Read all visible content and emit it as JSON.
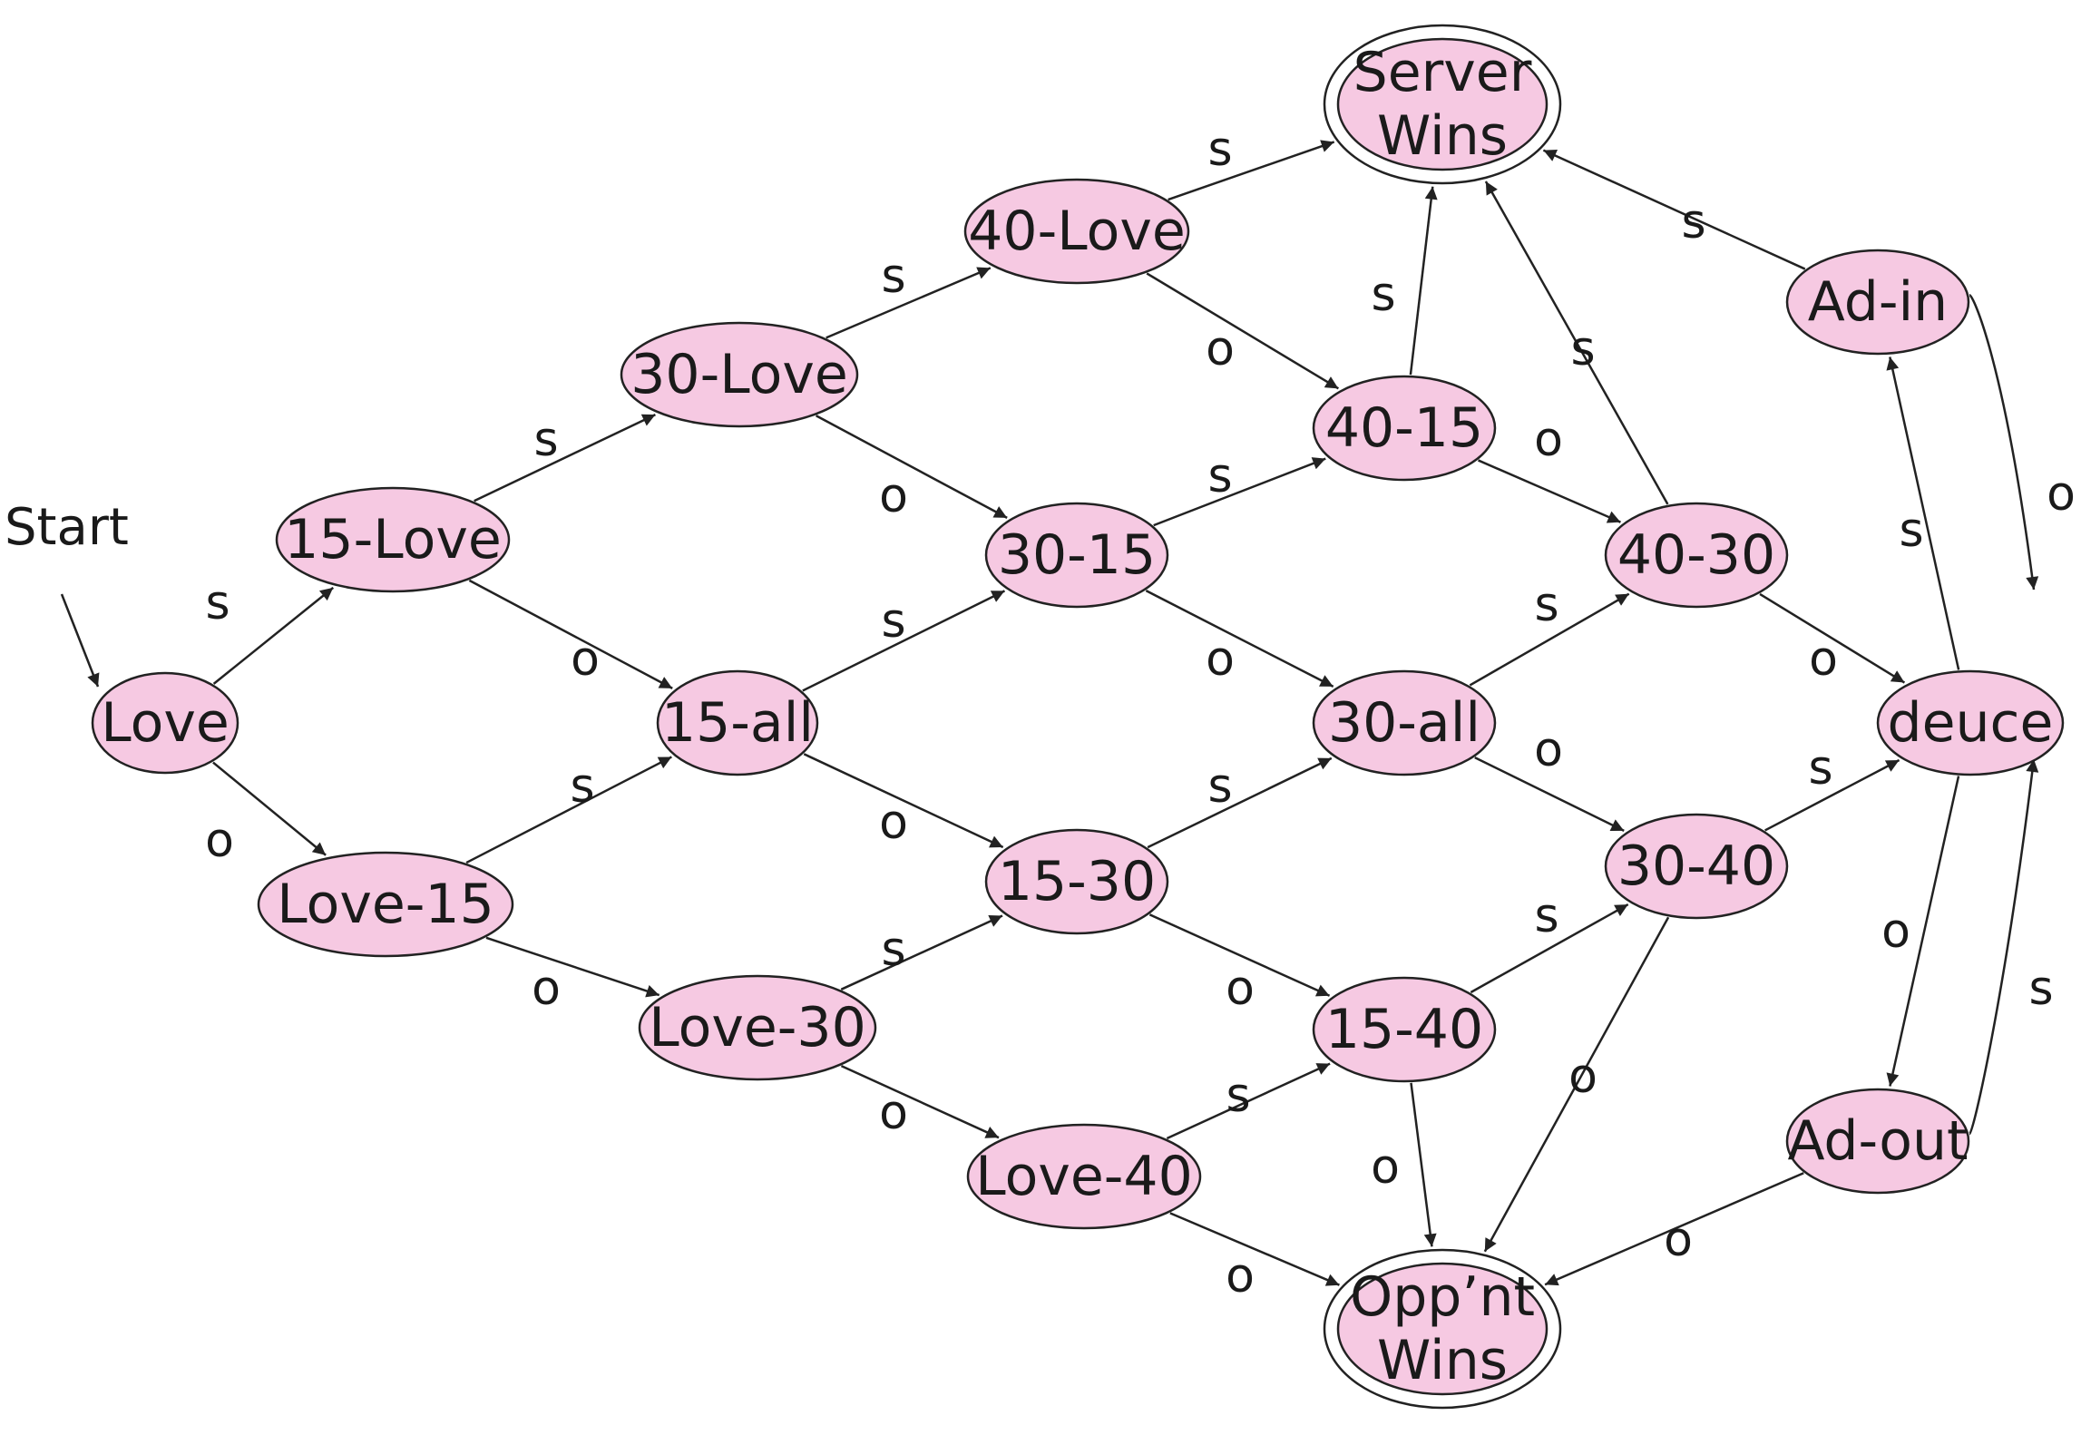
{
  "diagram": {
    "start_label": "Start",
    "colors": {
      "node_fill": "#f6c9e2",
      "stroke": "#222222",
      "background": "#ffffff"
    },
    "nodes": [
      {
        "id": "love",
        "lines": [
          "Love"
        ]
      },
      {
        "id": "15-love",
        "lines": [
          "15-Love"
        ]
      },
      {
        "id": "love-15",
        "lines": [
          "Love-15"
        ]
      },
      {
        "id": "30-love",
        "lines": [
          "30-Love"
        ]
      },
      {
        "id": "15-all",
        "lines": [
          "15-all"
        ]
      },
      {
        "id": "love-30",
        "lines": [
          "Love-30"
        ]
      },
      {
        "id": "40-love",
        "lines": [
          "40-Love"
        ]
      },
      {
        "id": "30-15",
        "lines": [
          "30-15"
        ]
      },
      {
        "id": "15-30",
        "lines": [
          "15-30"
        ]
      },
      {
        "id": "love-40",
        "lines": [
          "Love-40"
        ]
      },
      {
        "id": "40-15",
        "lines": [
          "40-15"
        ]
      },
      {
        "id": "30-all",
        "lines": [
          "30-all"
        ]
      },
      {
        "id": "15-40",
        "lines": [
          "15-40"
        ]
      },
      {
        "id": "40-30",
        "lines": [
          "40-30"
        ]
      },
      {
        "id": "30-40",
        "lines": [
          "30-40"
        ]
      },
      {
        "id": "deuce",
        "lines": [
          "deuce"
        ]
      },
      {
        "id": "ad-in",
        "lines": [
          "Ad-in"
        ]
      },
      {
        "id": "ad-out",
        "lines": [
          "Ad-out"
        ]
      },
      {
        "id": "server-wins",
        "lines": [
          "Server",
          "Wins"
        ],
        "accepting": true
      },
      {
        "id": "oppnt-wins",
        "lines": [
          "Opp’nt",
          "Wins"
        ],
        "accepting": true
      }
    ],
    "edges": [
      {
        "from": "love",
        "to": "15-love",
        "label": "s"
      },
      {
        "from": "love",
        "to": "love-15",
        "label": "o"
      },
      {
        "from": "15-love",
        "to": "30-love",
        "label": "s"
      },
      {
        "from": "15-love",
        "to": "15-all",
        "label": "o"
      },
      {
        "from": "love-15",
        "to": "15-all",
        "label": "s"
      },
      {
        "from": "love-15",
        "to": "love-30",
        "label": "o"
      },
      {
        "from": "30-love",
        "to": "40-love",
        "label": "s"
      },
      {
        "from": "30-love",
        "to": "30-15",
        "label": "o"
      },
      {
        "from": "15-all",
        "to": "30-15",
        "label": "s"
      },
      {
        "from": "15-all",
        "to": "15-30",
        "label": "o"
      },
      {
        "from": "love-30",
        "to": "15-30",
        "label": "s"
      },
      {
        "from": "love-30",
        "to": "love-40",
        "label": "o"
      },
      {
        "from": "40-love",
        "to": "server-wins",
        "label": "s"
      },
      {
        "from": "40-love",
        "to": "40-15",
        "label": "o"
      },
      {
        "from": "30-15",
        "to": "40-15",
        "label": "s"
      },
      {
        "from": "30-15",
        "to": "30-all",
        "label": "o"
      },
      {
        "from": "15-30",
        "to": "30-all",
        "label": "s"
      },
      {
        "from": "15-30",
        "to": "15-40",
        "label": "o"
      },
      {
        "from": "love-40",
        "to": "15-40",
        "label": "s"
      },
      {
        "from": "love-40",
        "to": "oppnt-wins",
        "label": "o"
      },
      {
        "from": "40-15",
        "to": "server-wins",
        "label": "s"
      },
      {
        "from": "40-15",
        "to": "40-30",
        "label": "o"
      },
      {
        "from": "30-all",
        "to": "40-30",
        "label": "s"
      },
      {
        "from": "30-all",
        "to": "30-40",
        "label": "o"
      },
      {
        "from": "15-40",
        "to": "30-40",
        "label": "s"
      },
      {
        "from": "15-40",
        "to": "oppnt-wins",
        "label": "o"
      },
      {
        "from": "40-30",
        "to": "server-wins",
        "label": "s"
      },
      {
        "from": "40-30",
        "to": "deuce",
        "label": "o"
      },
      {
        "from": "30-40",
        "to": "deuce",
        "label": "s"
      },
      {
        "from": "30-40",
        "to": "oppnt-wins",
        "label": "o"
      },
      {
        "from": "deuce",
        "to": "ad-in",
        "label": "s"
      },
      {
        "from": "deuce",
        "to": "ad-out",
        "label": "o"
      },
      {
        "from": "ad-in",
        "to": "server-wins",
        "label": "s"
      },
      {
        "from": "ad-in",
        "to": "deuce",
        "label": "o"
      },
      {
        "from": "ad-out",
        "to": "deuce",
        "label": "s"
      },
      {
        "from": "ad-out",
        "to": "oppnt-wins",
        "label": "o"
      }
    ]
  }
}
